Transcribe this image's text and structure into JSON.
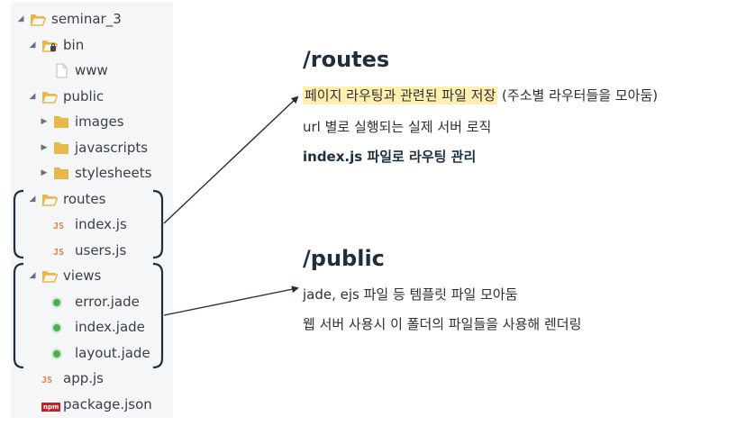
{
  "tree": [
    {
      "label": "seminar_3",
      "icon": "folder-open-icon",
      "arrow": "expanded",
      "depth": 0
    },
    {
      "label": "bin",
      "icon": "folder-open-lock-icon",
      "arrow": "expanded",
      "depth": 1
    },
    {
      "label": "www",
      "icon": "file-icon",
      "arrow": "none",
      "depth": 2
    },
    {
      "label": "public",
      "icon": "folder-open-icon",
      "arrow": "expanded",
      "depth": 1
    },
    {
      "label": "images",
      "icon": "folder-icon",
      "arrow": "collapsed",
      "depth": 2
    },
    {
      "label": "javascripts",
      "icon": "folder-icon",
      "arrow": "collapsed",
      "depth": 2
    },
    {
      "label": "stylesheets",
      "icon": "folder-icon",
      "arrow": "collapsed",
      "depth": 2
    },
    {
      "label": "routes",
      "icon": "folder-open-icon",
      "arrow": "expanded",
      "depth": 1
    },
    {
      "label": "index.js",
      "icon": "js-file-icon",
      "arrow": "none",
      "depth": 2
    },
    {
      "label": "users.js",
      "icon": "js-file-icon",
      "arrow": "none",
      "depth": 2
    },
    {
      "label": "views",
      "icon": "folder-open-icon",
      "arrow": "expanded",
      "depth": 1
    },
    {
      "label": "error.jade",
      "icon": "jade-file-icon",
      "arrow": "none",
      "depth": 2
    },
    {
      "label": "index.jade",
      "icon": "jade-file-icon",
      "arrow": "none",
      "depth": 2
    },
    {
      "label": "layout.jade",
      "icon": "jade-file-icon",
      "arrow": "none",
      "depth": 2
    },
    {
      "label": "app.js",
      "icon": "js-file-icon",
      "arrow": "none",
      "depth": 1
    },
    {
      "label": "package.json",
      "icon": "npm-file-icon",
      "arrow": "none",
      "depth": 1
    }
  ],
  "badges": {
    "js": "JS",
    "npm": "npm"
  },
  "routes_note": {
    "heading": "/routes",
    "line1_highlight": "페이지 라우팅과 관련된 파일 저장",
    "line1_rest": " (주소별 라우터들을 모아둠)",
    "line2": "url 별로 실행되는 실제 서버 로직",
    "line3": "index.js 파일로 라우팅 관리"
  },
  "public_note": {
    "heading": "/public",
    "line1": "jade, ejs 파일 등 템플릿 파일 모아둠",
    "line2": "웹 서버 사용시 이 폴더의 파일들을 사용해 렌더링"
  },
  "colors": {
    "folder": "#e8b84a",
    "highlight": "#fff0b0",
    "heading": "#1f2d3d",
    "bracket": "#1f2d3d"
  }
}
